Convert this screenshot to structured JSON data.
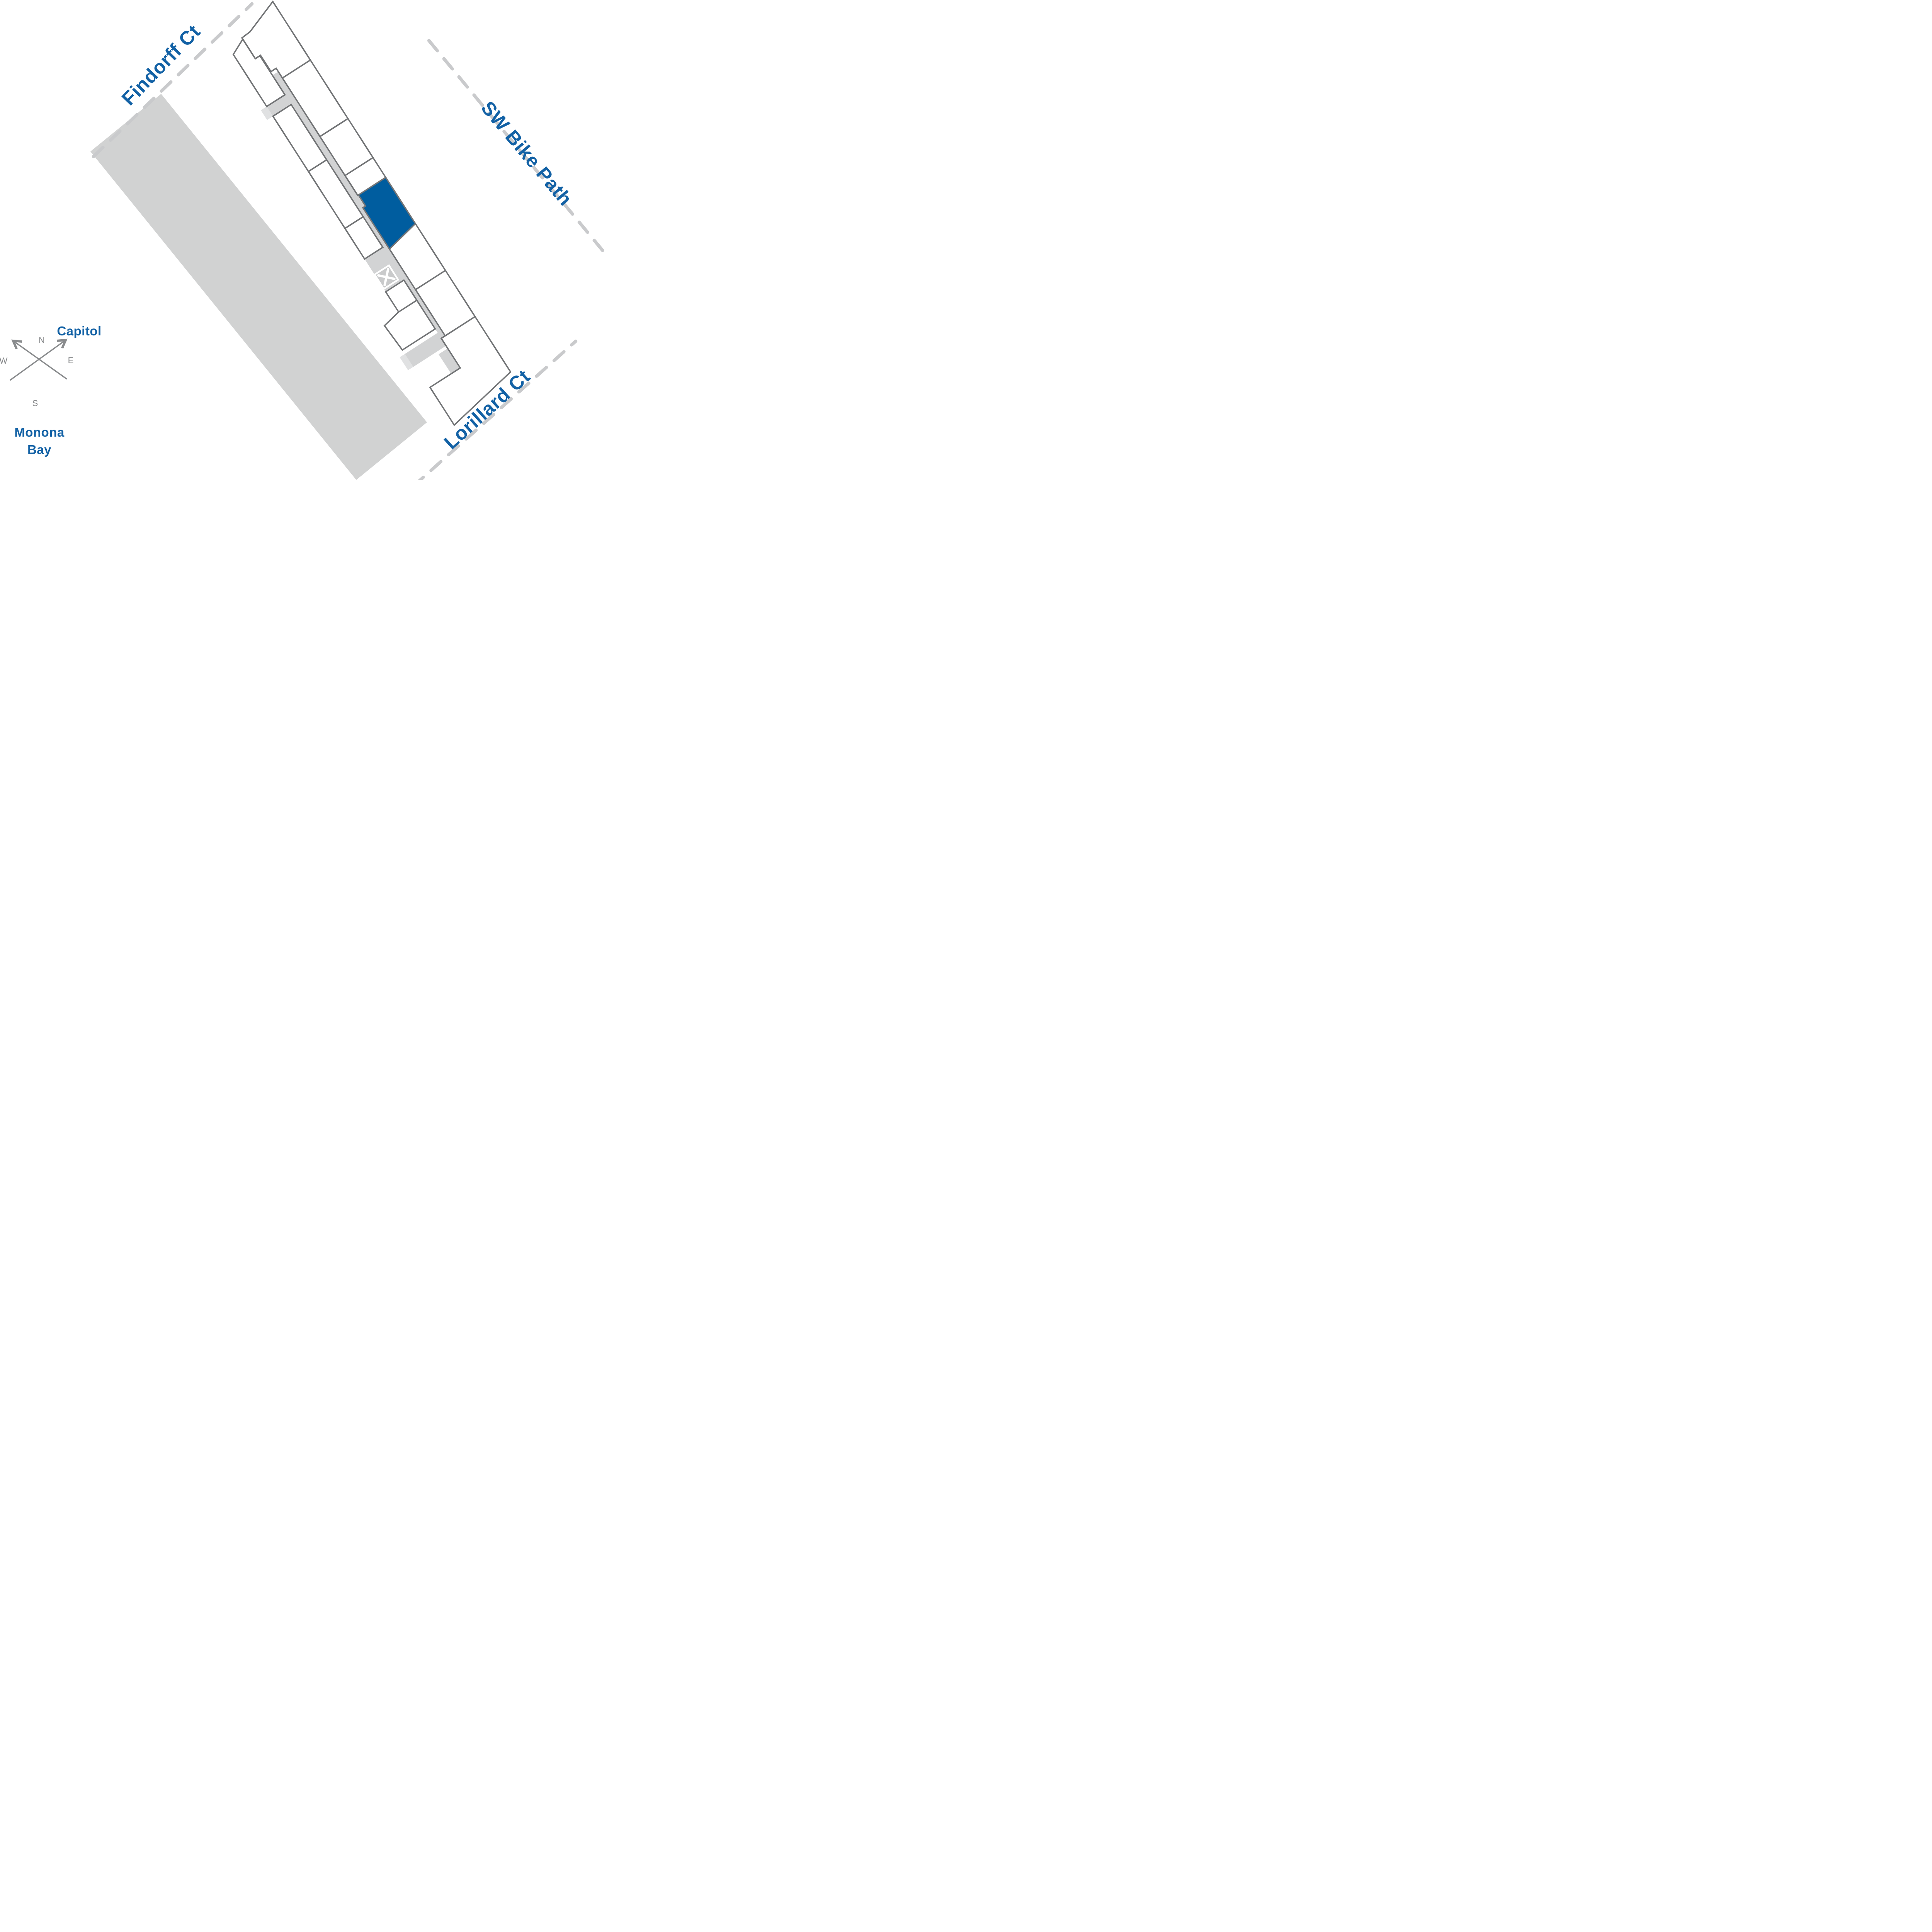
{
  "map": {
    "streets": {
      "findorff": "Findorff Ct",
      "bike_path": "SW Bike Path",
      "lorillard": "Lorillard Ct"
    },
    "landmarks": {
      "capitol": "Capitol",
      "monona_bay_line1": "Monona",
      "monona_bay_line2": "Bay"
    },
    "compass": {
      "north": "N",
      "east": "E",
      "south": "S",
      "west": "W"
    },
    "colors": {
      "label_blue": "#1261a5",
      "highlighted_unit_blue": "#005d9f",
      "dashed_street_line_gray": "#c9cacc",
      "corridor_gray": "#d2d3d4",
      "adjacent_block_gray": "#d1d2d2",
      "building_outline_gray": "#727476",
      "compass_gray": "#898b8d"
    }
  }
}
